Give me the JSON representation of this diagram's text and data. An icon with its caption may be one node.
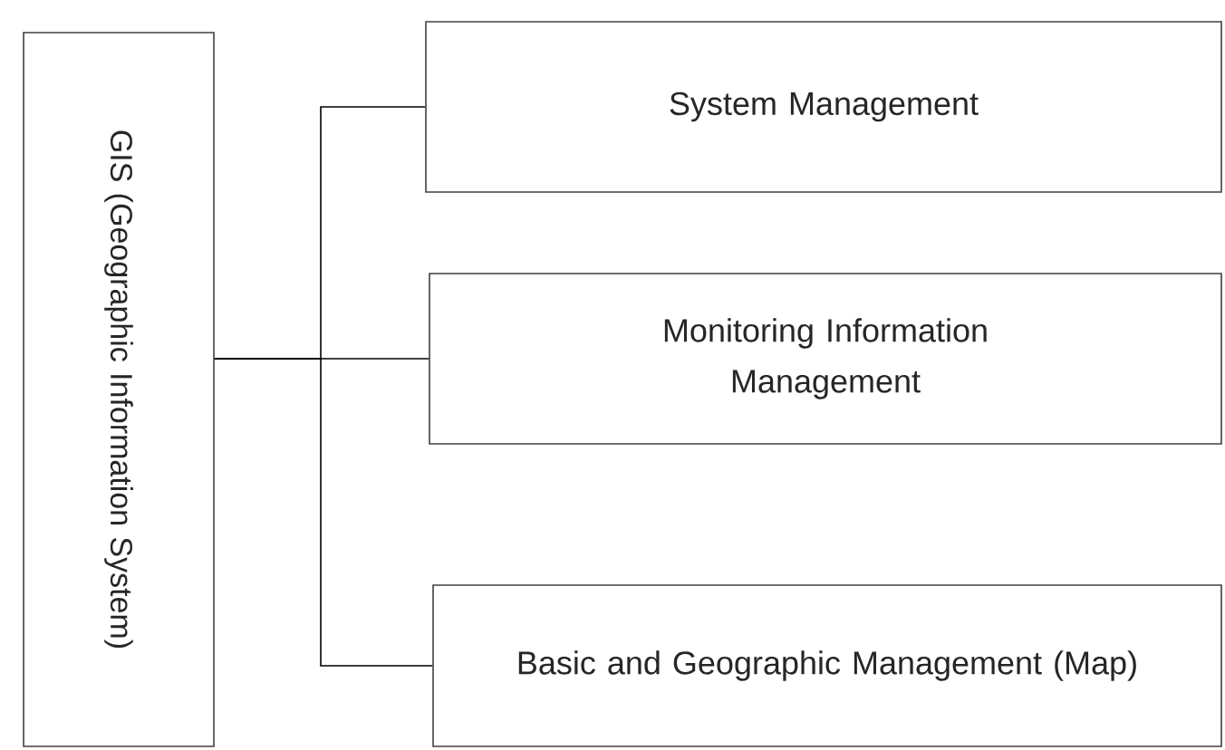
{
  "diagram": {
    "nodes": [
      {
        "text": [
          "GIS (Geographic Information System)"
        ]
      },
      {
        "text": [
          "System Management"
        ]
      },
      {
        "text": [
          "Monitoring Information Management"
        ]
      },
      {
        "text": [
          "Basic and Geographic Management (Map)"
        ]
      }
    ],
    "edges": [
      {
        "from": 0,
        "to": 1,
        "arrow": "none"
      },
      {
        "from": 0,
        "to": 2,
        "arrow": "none"
      },
      {
        "from": 0,
        "to": 3,
        "arrow": "none"
      }
    ]
  }
}
